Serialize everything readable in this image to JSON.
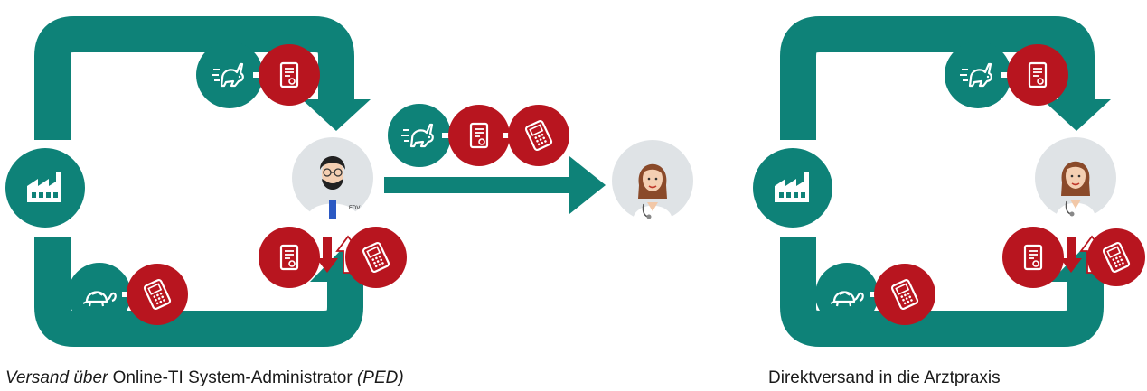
{
  "colors": {
    "teal": "#0e8278",
    "teal_dark": "#0a6e66",
    "red": "#b8151f",
    "white": "#ffffff",
    "avatar_bg": "#dfe3e6"
  },
  "icons": {
    "factory": "factory-icon",
    "rabbit_fast": "fast-rabbit-icon",
    "turtle_slow": "slow-turtle-icon",
    "certificate": "certificate-document-icon",
    "card_reader": "card-terminal-icon",
    "admin": "it-administrator-avatar",
    "doctor": "female-doctor-avatar"
  },
  "badges": {
    "edv": "EDV"
  },
  "captions": {
    "left": {
      "part1": "Versand über",
      "part2": " Online-TI System-Administrator ",
      "part3": "(PED)"
    },
    "right": "Direktversand in die Arztpraxis"
  }
}
